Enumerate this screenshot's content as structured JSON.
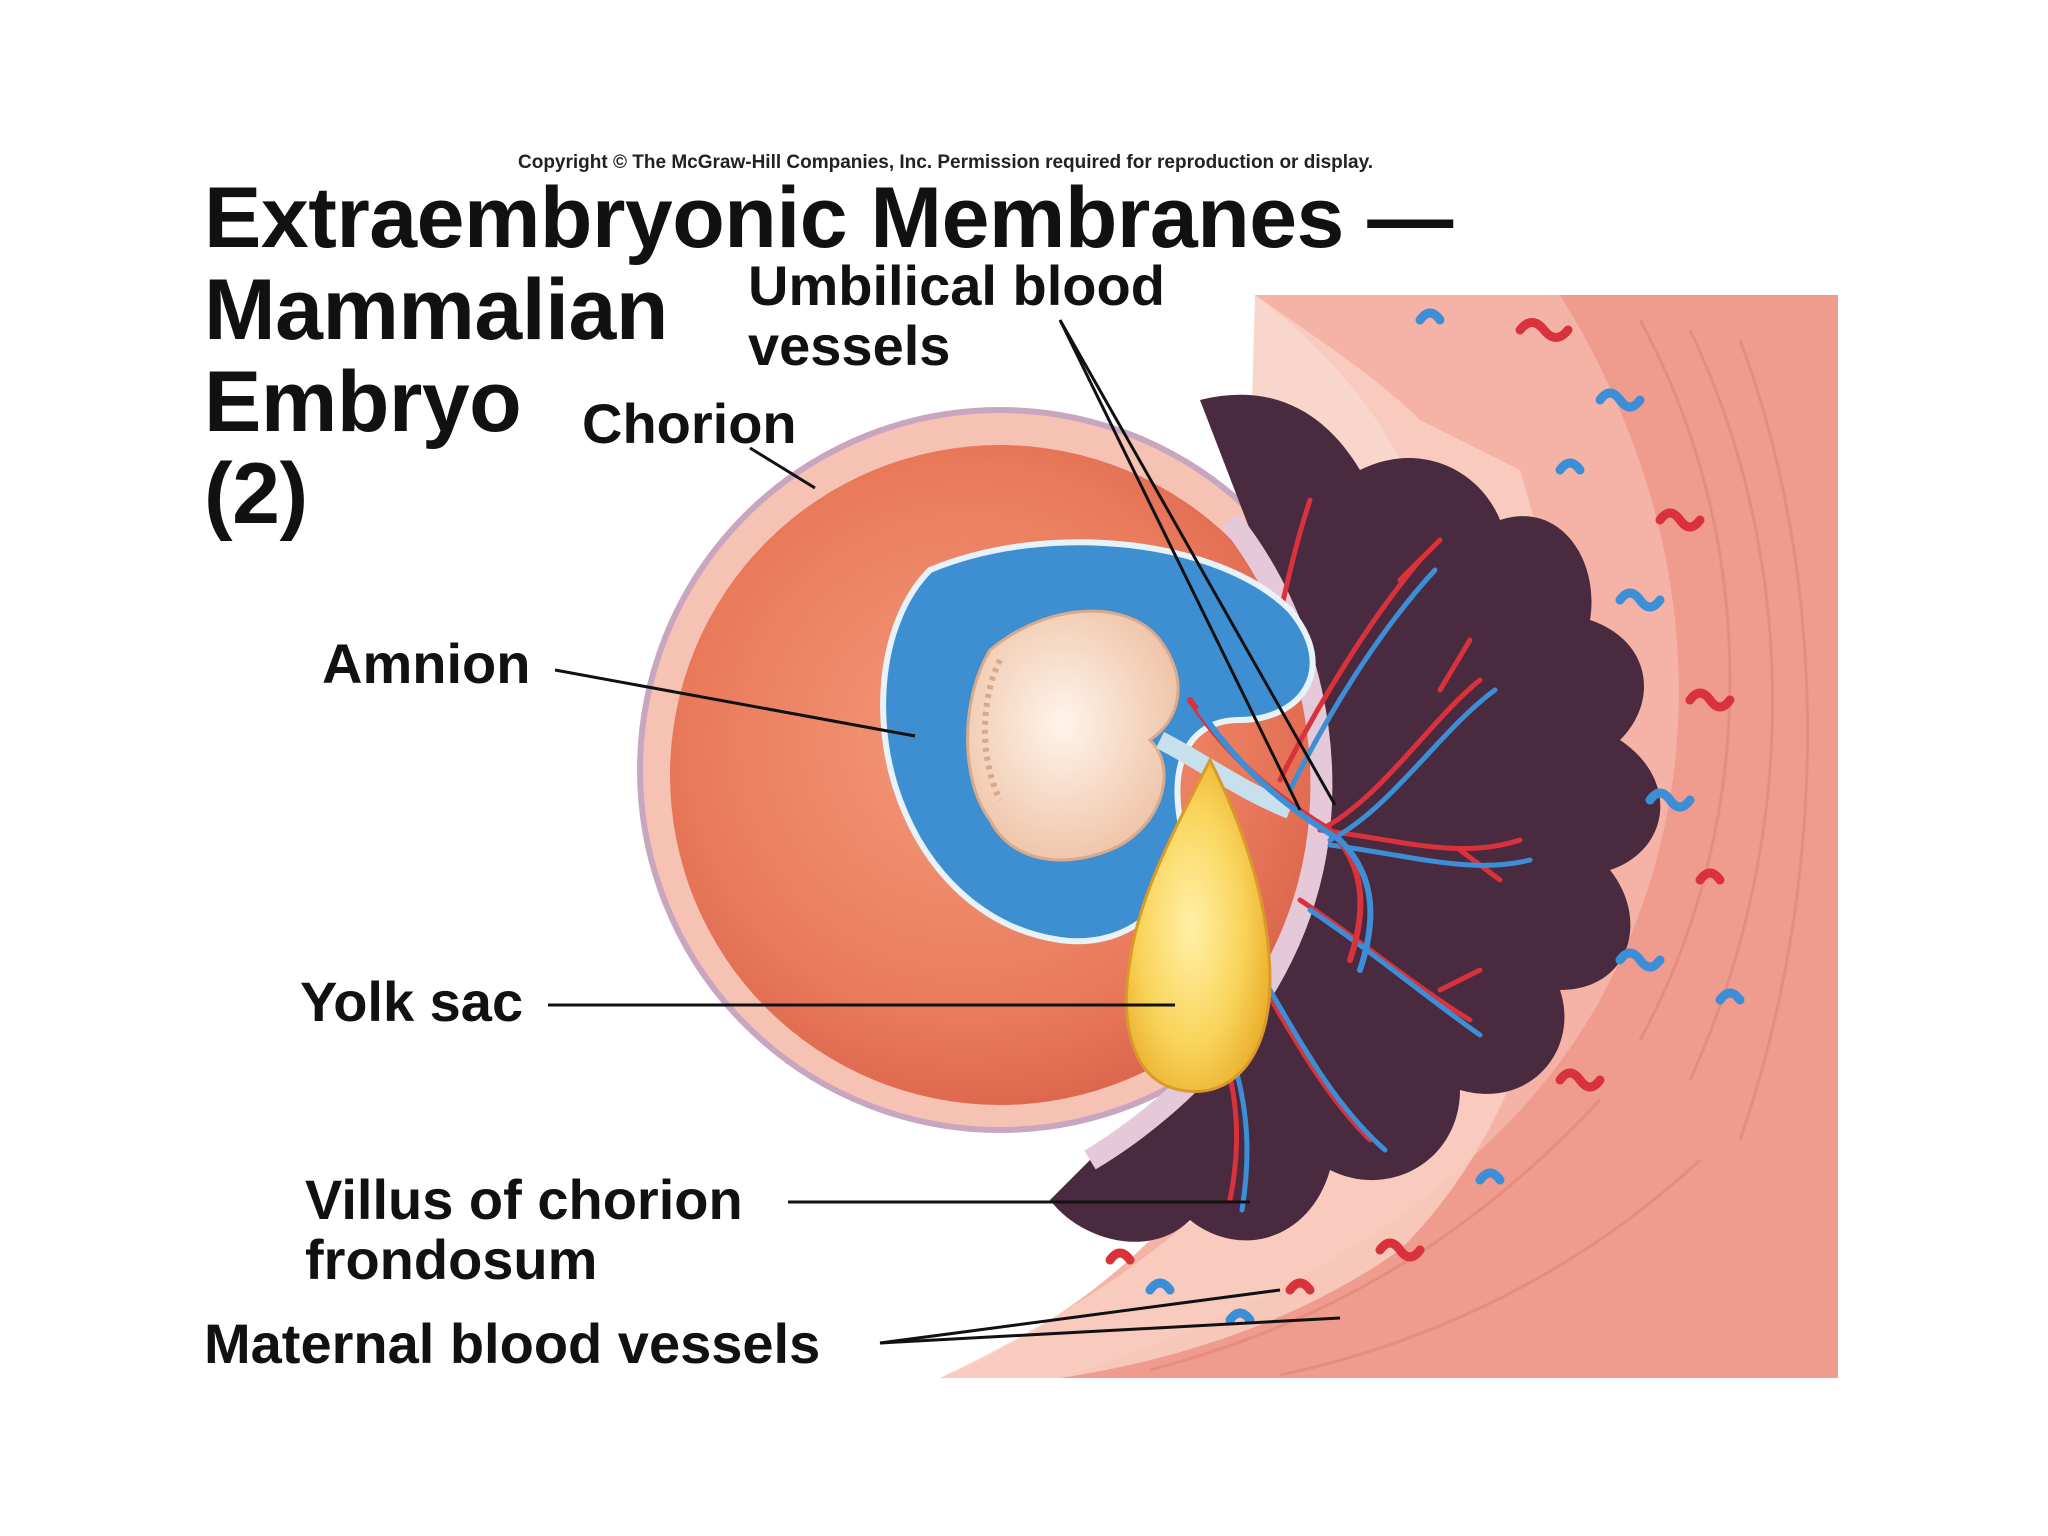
{
  "copyright": "Copyright © The McGraw-Hill Companies, Inc. Permission required for reproduction or display.",
  "title": {
    "line1": "Extraembryonic Membranes —",
    "line2": "Mammalian",
    "line3": "Embryo",
    "line4": "(2)"
  },
  "labels": {
    "umbilical_line1": "Umbilical blood",
    "umbilical_line2": "vessels",
    "chorion": "Chorion",
    "amnion": "Amnion",
    "yolk_sac": "Yolk sac",
    "villus_line1": "Villus of chorion",
    "villus_line2": "frondosum",
    "maternal": "Maternal blood vessels"
  },
  "colors": {
    "uterine_wall": "#f4b3a6",
    "chorionic_cavity": "#e9775a",
    "amnion": "#3d8fd1",
    "embryo": "#f6dcc8",
    "yolk_sac": "#f7cb3e",
    "villus_tissue": "#4a2a3e",
    "artery": "#d9323c",
    "vein": "#3c8fd6"
  }
}
